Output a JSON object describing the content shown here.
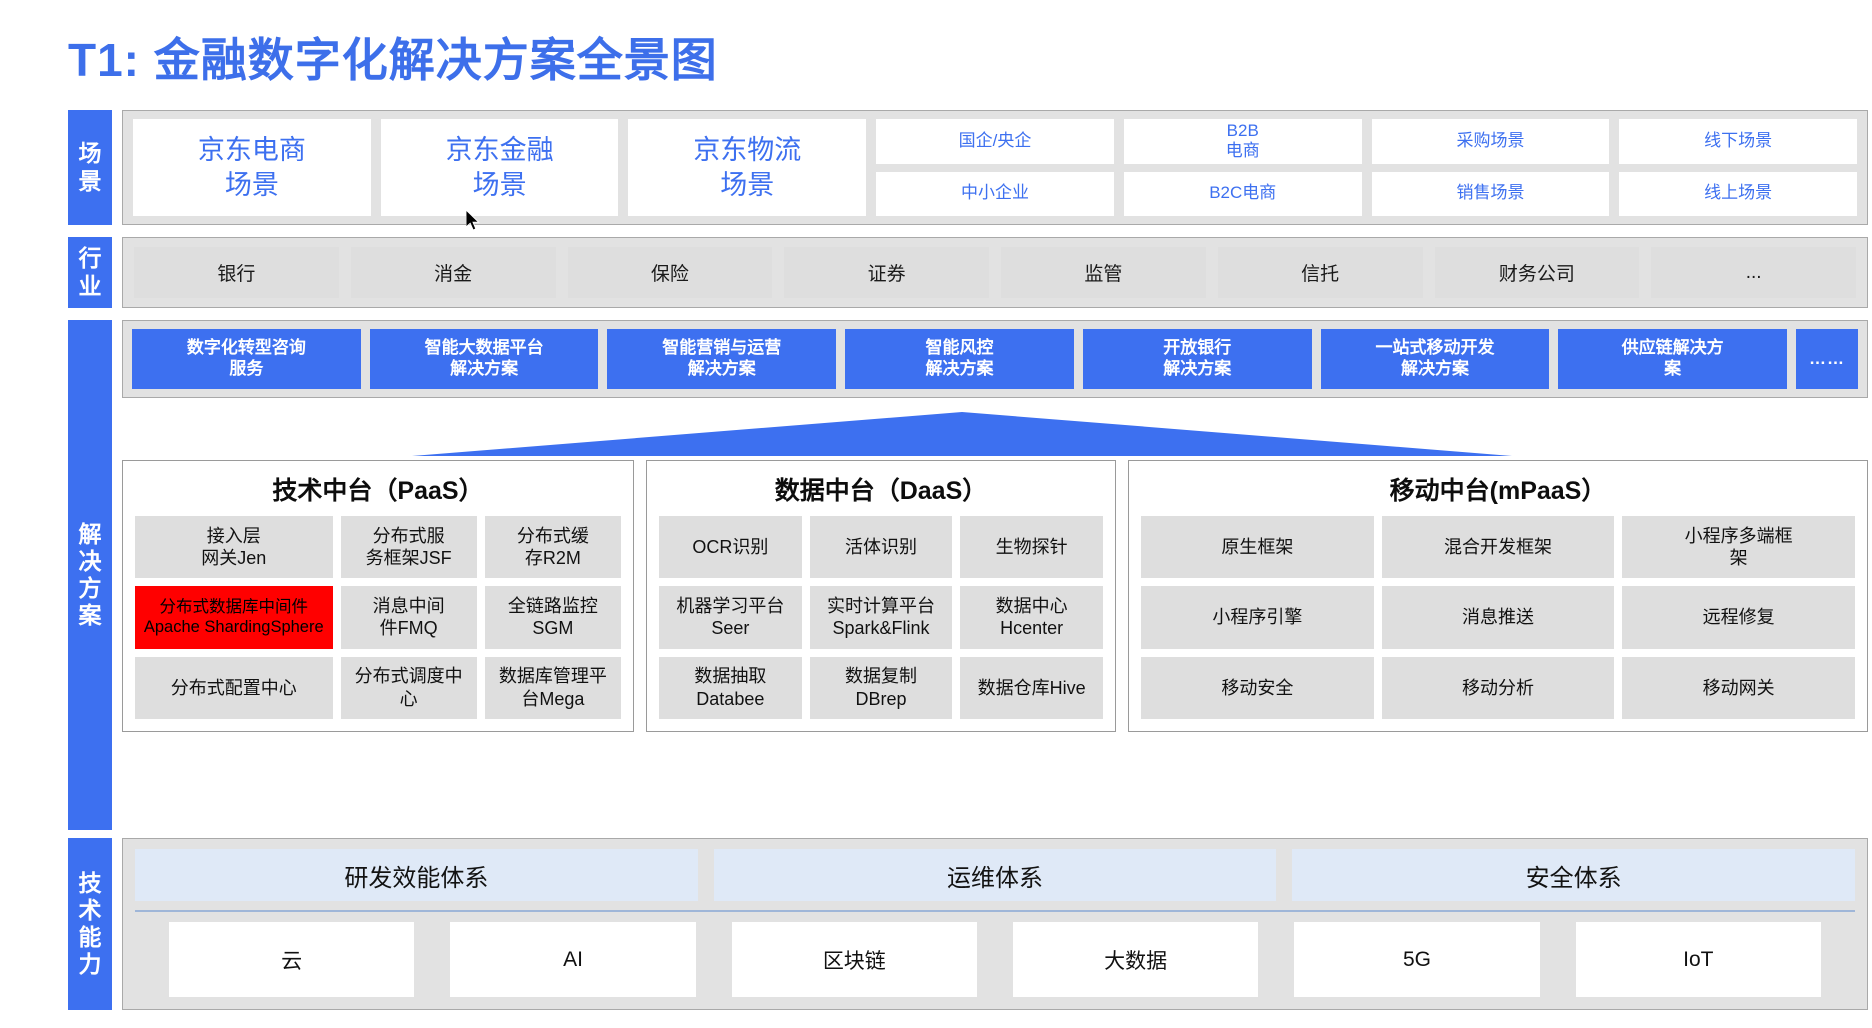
{
  "title": "T1: 金融数字化解决方案全景图",
  "colors": {
    "brand_blue": "#3d70f0",
    "title_blue": "#3d6fea",
    "panel_gray": "#e2e2e2",
    "tile_gray": "#dedede",
    "highlight_red": "#ff0000",
    "system_blue": "#dfe9f7"
  },
  "rows": {
    "scenario": {
      "label": "场景",
      "big": [
        "京东电商\n场景",
        "京东金融\n场景",
        "京东物流\n场景"
      ],
      "big_lines": [
        [
          "京东电商",
          "场景"
        ],
        [
          "京东金融",
          "场景"
        ],
        [
          "京东物流",
          "场景"
        ]
      ],
      "columns": [
        {
          "top_lines": [
            "国企/央企"
          ],
          "bottom_lines": [
            "中小企业"
          ]
        },
        {
          "top_lines": [
            "B2B",
            "电商"
          ],
          "bottom_lines": [
            "B2C电商"
          ]
        },
        {
          "top_lines": [
            "采购场景"
          ],
          "bottom_lines": [
            "销售场景"
          ]
        },
        {
          "top_lines": [
            "线下场景"
          ],
          "bottom_lines": [
            "线上场景"
          ]
        }
      ]
    },
    "industry": {
      "label": "行业",
      "items": [
        "银行",
        "消金",
        "保险",
        "证券",
        "监管",
        "信托",
        "财务公司",
        "..."
      ]
    },
    "solution": {
      "label": "解决方案",
      "chips": [
        [
          "数字化转型咨询",
          "服务"
        ],
        [
          "智能大数据平台",
          "解决方案"
        ],
        [
          "智能营销与运营",
          "解决方案"
        ],
        [
          "智能风控",
          "解决方案"
        ],
        [
          "开放银行",
          "解决方案"
        ],
        [
          "一站式移动开发",
          "解决方案"
        ],
        [
          "供应链解决方",
          "案"
        ]
      ],
      "more": "……",
      "platforms": [
        {
          "id": "paas",
          "title": "技术中台（PaaS）",
          "tiles": [
            {
              "lines": [
                "接入层",
                "网关Jen"
              ],
              "highlight": false,
              "span": 1
            },
            {
              "lines": [
                "分布式服",
                "务框架JSF"
              ],
              "highlight": false,
              "span": 1
            },
            {
              "lines": [
                "分布式缓",
                "存R2M"
              ],
              "highlight": false,
              "span": 1
            },
            {
              "lines": [
                "分布式数据库中间件",
                "Apache ShardingSphere"
              ],
              "highlight": true,
              "span": 1
            },
            {
              "lines": [
                "消息中间",
                "件FMQ"
              ],
              "highlight": false,
              "span": 1
            },
            {
              "lines": [
                "全链路监控",
                "SGM"
              ],
              "highlight": false,
              "span": 1
            },
            {
              "lines": [
                "分布式配置中心"
              ],
              "highlight": false,
              "span": 1
            },
            {
              "lines": [
                "分布式调度中",
                "心"
              ],
              "highlight": false,
              "span": 1
            },
            {
              "lines": [
                "数据库管理平",
                "台Mega"
              ],
              "highlight": false,
              "span": 1
            }
          ]
        },
        {
          "id": "daas",
          "title": "数据中台（DaaS）",
          "tiles": [
            {
              "lines": [
                "OCR识别"
              ],
              "highlight": false,
              "span": 1
            },
            {
              "lines": [
                "活体识别"
              ],
              "highlight": false,
              "span": 1
            },
            {
              "lines": [
                "生物探针"
              ],
              "highlight": false,
              "span": 1
            },
            {
              "lines": [
                "机器学习平台",
                "Seer"
              ],
              "highlight": false,
              "span": 1
            },
            {
              "lines": [
                "实时计算平台",
                "Spark&Flink"
              ],
              "highlight": false,
              "span": 1
            },
            {
              "lines": [
                "数据中心",
                "Hcenter"
              ],
              "highlight": false,
              "span": 1
            },
            {
              "lines": [
                "数据抽取",
                "Databee"
              ],
              "highlight": false,
              "span": 1
            },
            {
              "lines": [
                "数据复制",
                "DBrep"
              ],
              "highlight": false,
              "span": 1
            },
            {
              "lines": [
                "数据仓库Hive"
              ],
              "highlight": false,
              "span": 1
            }
          ]
        },
        {
          "id": "mpaas",
          "title": "移动中台(mPaaS）",
          "tiles": [
            {
              "lines": [
                "原生框架"
              ],
              "highlight": false,
              "span": 1
            },
            {
              "lines": [
                "混合开发框架"
              ],
              "highlight": false,
              "span": 1
            },
            {
              "lines": [
                "小程序多端框",
                "架"
              ],
              "highlight": false,
              "span": 1
            },
            {
              "lines": [
                "小程序引擎"
              ],
              "highlight": false,
              "span": 1
            },
            {
              "lines": [
                "消息推送"
              ],
              "highlight": false,
              "span": 1
            },
            {
              "lines": [
                "远程修复"
              ],
              "highlight": false,
              "span": 1
            },
            {
              "lines": [
                "移动安全"
              ],
              "highlight": false,
              "span": 1
            },
            {
              "lines": [
                "移动分析"
              ],
              "highlight": false,
              "span": 1
            },
            {
              "lines": [
                "移动网关"
              ],
              "highlight": false,
              "span": 1
            }
          ]
        }
      ]
    },
    "capability": {
      "label": "技术能力",
      "systems": [
        "研发效能体系",
        "运维体系",
        "安全体系"
      ],
      "technologies": [
        "云",
        "AI",
        "区块链",
        "大数据",
        "5G",
        "IoT"
      ]
    }
  }
}
